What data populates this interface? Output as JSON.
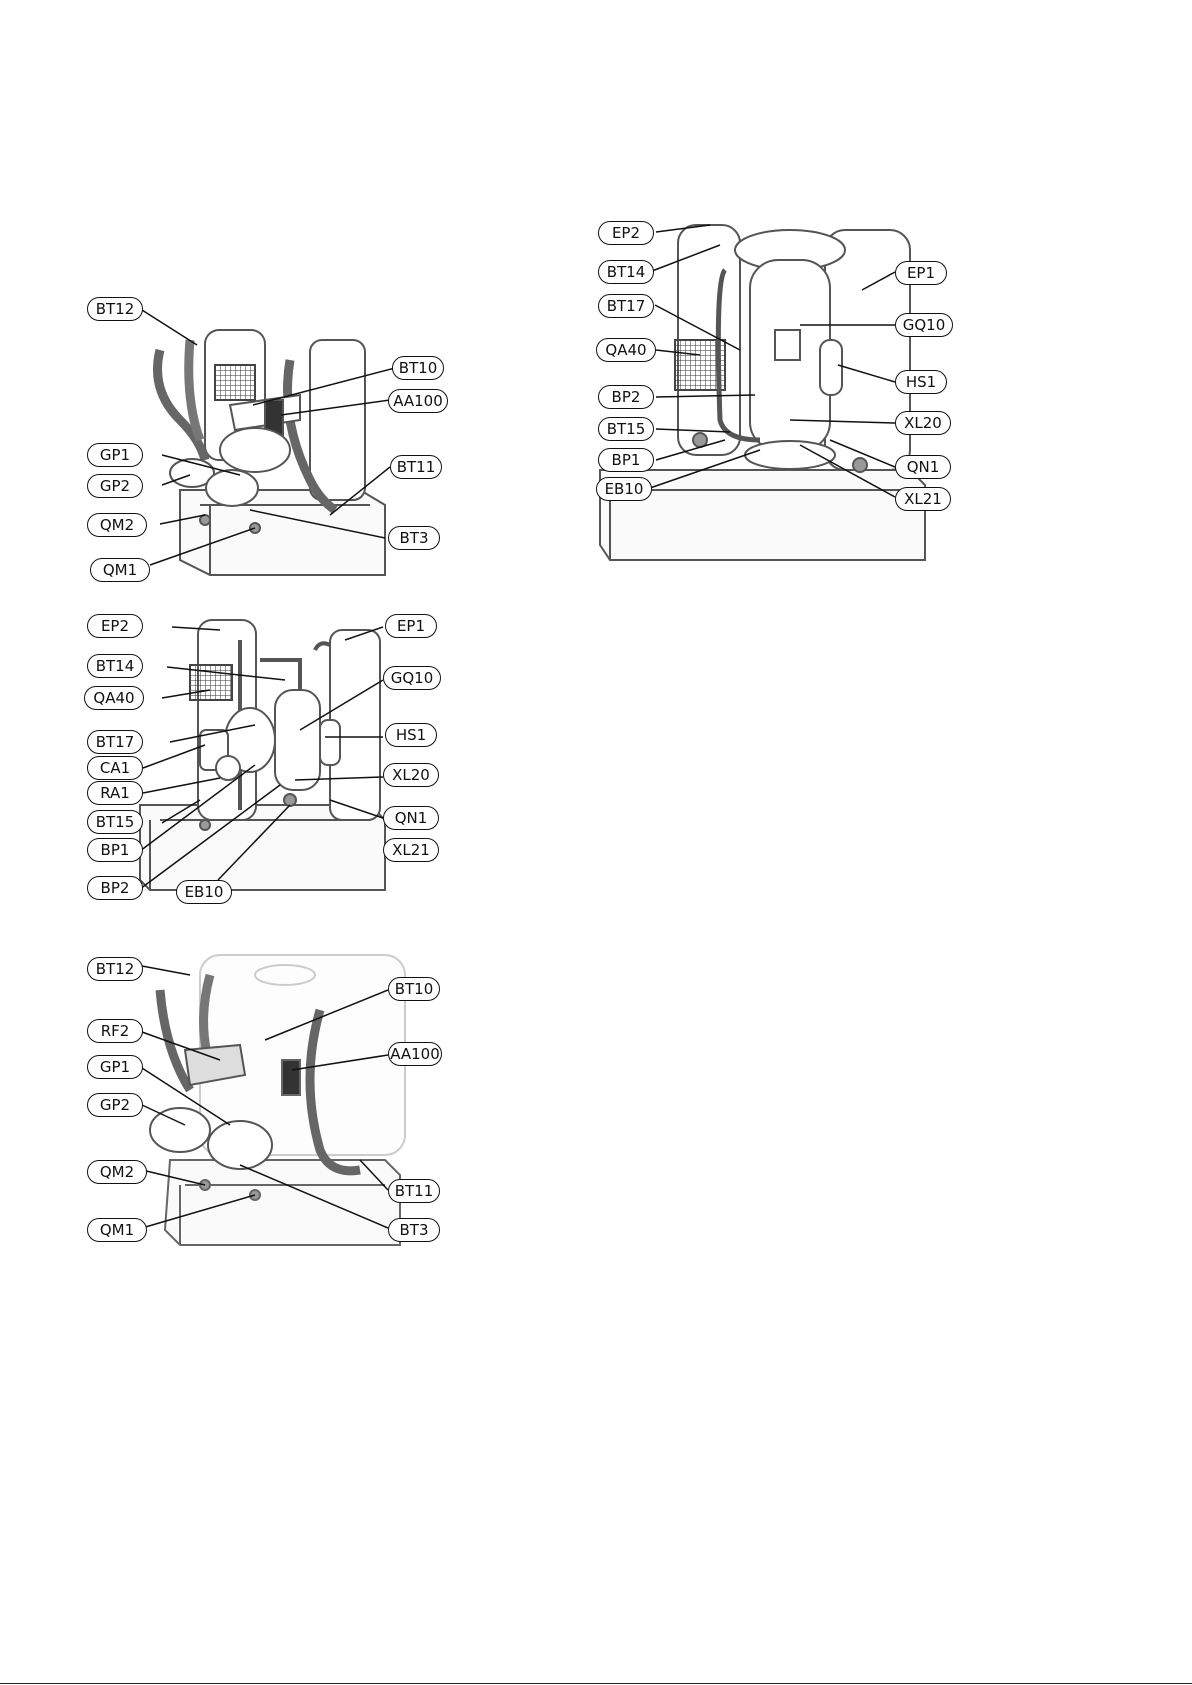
{
  "labels": {
    "d1": [
      "BT12",
      "BT10",
      "AA100",
      "GP1",
      "GP2",
      "BT11",
      "QM2",
      "BT3",
      "QM1"
    ],
    "d2": [
      "EP2",
      "EP1",
      "BT14",
      "GQ10",
      "QA40",
      "HS1",
      "BT17",
      "CA1",
      "XL20",
      "RA1",
      "BT15",
      "QN1",
      "BP1",
      "XL21",
      "BP2",
      "EB10"
    ],
    "d3": [
      "BT12",
      "BT10",
      "RF2",
      "AA100",
      "GP1",
      "GP2",
      "QM2",
      "BT11",
      "QM1",
      "BT3"
    ],
    "d4": [
      "EP2",
      "BT14",
      "EP1",
      "BT17",
      "GQ10",
      "QA40",
      "HS1",
      "BP2",
      "XL20",
      "BT15",
      "QN1",
      "BP1",
      "EB10",
      "XL21"
    ]
  },
  "colors": {
    "line": "#111111",
    "equipment": "#555555",
    "shade": "#dddddd"
  }
}
